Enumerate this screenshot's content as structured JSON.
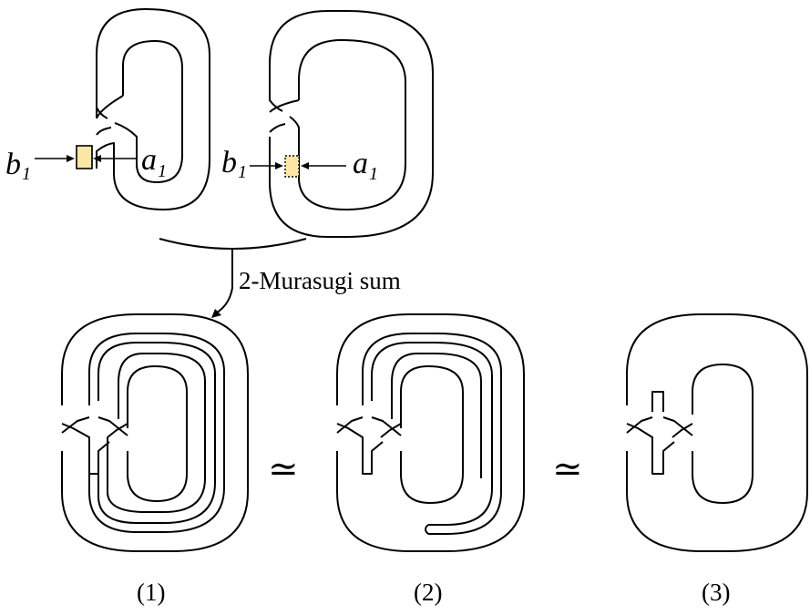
{
  "labels": {
    "b1_left": "b",
    "b1_left_sub": "1",
    "a1_left": "a",
    "a1_left_sub": "1",
    "b1_right": "b",
    "b1_right_sub": "1",
    "a1_right": "a",
    "a1_right_sub": "1",
    "operation": "2-Murasugi sum",
    "equiv_1": "≃",
    "equiv_2": "≃",
    "caption_1": "(1)",
    "caption_2": "(2)",
    "caption_3": "(3)"
  },
  "colors": {
    "stroke": "#000000",
    "patch_fill": "#fbe6a6",
    "background": "#ffffff"
  }
}
